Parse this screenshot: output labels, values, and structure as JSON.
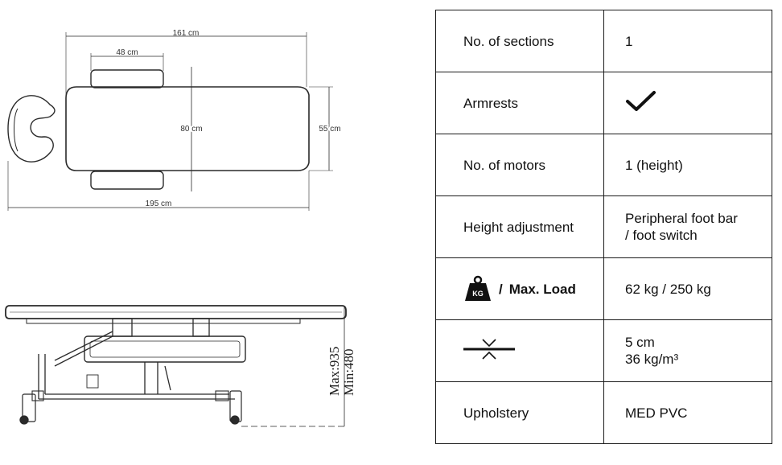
{
  "top_view": {
    "dim_length": "161 cm",
    "dim_arm": "48 cm",
    "dim_width": "80 cm",
    "dim_top_width": "55 cm",
    "dim_total": "195 cm"
  },
  "side_view": {
    "dim_max": "Max:935",
    "dim_min": "Min:480"
  },
  "specs": [
    {
      "label": "No. of sections",
      "value": "1"
    },
    {
      "label": "Armrests",
      "value_icon": "checkmark-icon"
    },
    {
      "label": "No. of motors",
      "value": "1 (height)"
    },
    {
      "label": "Height adjustment",
      "value": "Peripheral foot bar\n/ foot switch"
    },
    {
      "label_icon": "kg-weight-icon",
      "label_prefix": "/",
      "label": "Max. Load",
      "value": "62 kg / 250 kg"
    },
    {
      "label_icon": "compression-thickness-icon",
      "value": "5 cm\n36 kg/m³"
    },
    {
      "label": "Upholstery",
      "value": "MED PVC"
    }
  ],
  "colors": {
    "line": "#2a2a2a",
    "table_border": "#1a1a1a"
  }
}
